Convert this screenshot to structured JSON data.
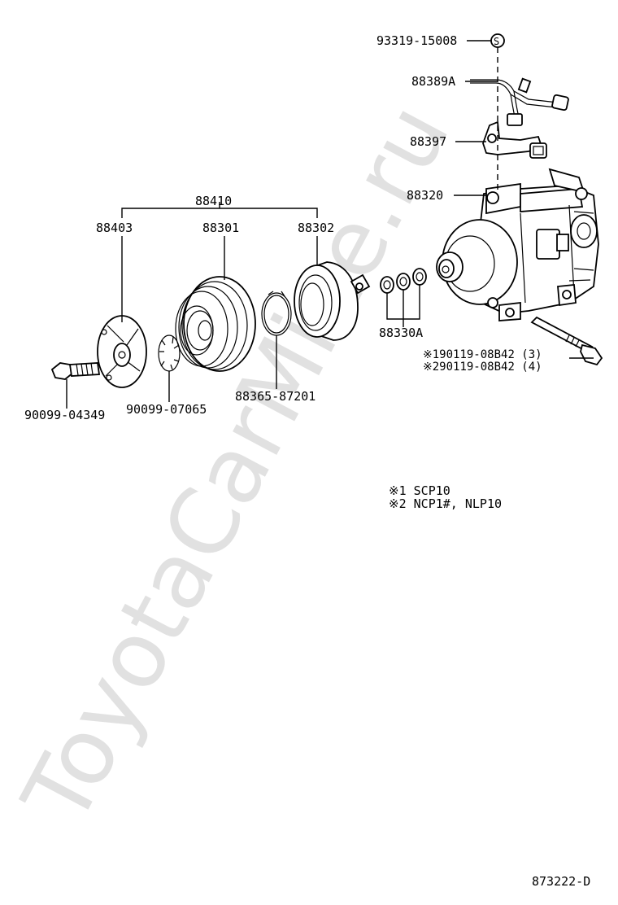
{
  "watermark": "ToyotaCarMine.ru",
  "parts": {
    "p93319": "93319-15008",
    "p93319_symbol": "S",
    "p88389A": "88389A",
    "p88397": "88397",
    "p88320": "88320",
    "p88410": "88410",
    "p88403": "88403",
    "p88301": "88301",
    "p88302": "88302",
    "p88330A": "88330A",
    "p190119": "※190119-08B42 (3)",
    "p290119": "※290119-08B42 (4)",
    "p88365": "88365-87201",
    "p90099_04349": "90099-04349",
    "p90099_07065": "90099-07065"
  },
  "notes": {
    "note1": "※1  SCP10",
    "note2": "※2  NCP1#, NLP10"
  },
  "diagram_id": "873222-D"
}
